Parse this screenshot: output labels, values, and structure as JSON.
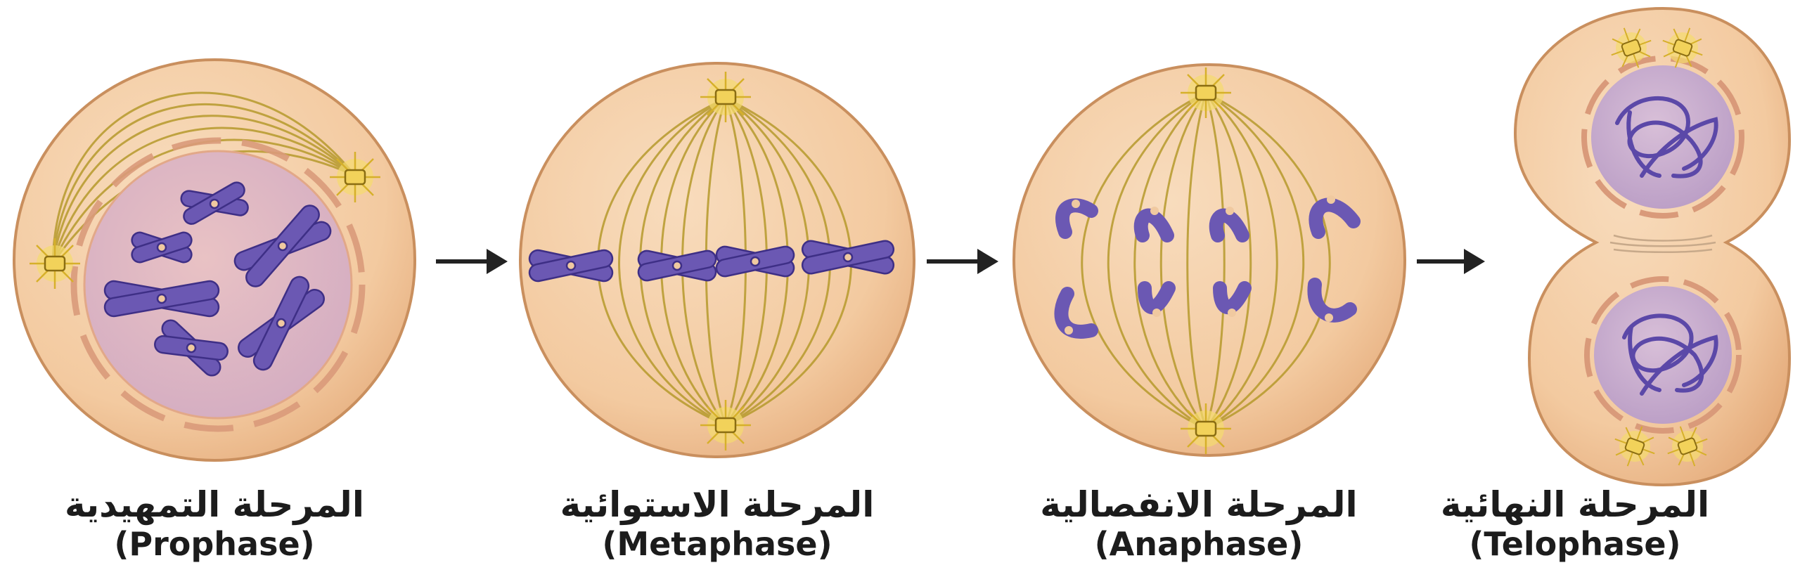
{
  "colors": {
    "cytoplasm": "#f3caa0",
    "cytoplasm_edge": "#c98f5e",
    "nucleus": "#d9b5c6",
    "nuclear_envelope": "#d99a7a",
    "chromosome": "#6b58b3",
    "chromosome_edge": "#3e2f86",
    "centromere": "#f0c9a0",
    "spindle": "#b69a2c",
    "centrosome": "#f2d25a",
    "arrow": "#222222",
    "label": "#1c1c1c"
  },
  "stages": [
    {
      "arabic": "المرحلة التمهيدية",
      "english": "(Prophase)"
    },
    {
      "arabic": "المرحلة الاستوائية",
      "english": "(Metaphase)"
    },
    {
      "arabic": "المرحلة الانفصالية",
      "english": "(Anaphase)"
    },
    {
      "arabic": "المرحلة النهائية",
      "english": "(Telophase)"
    }
  ],
  "icons": [
    "centrosome-icon",
    "chromosome-icon",
    "arrow-right-icon"
  ]
}
